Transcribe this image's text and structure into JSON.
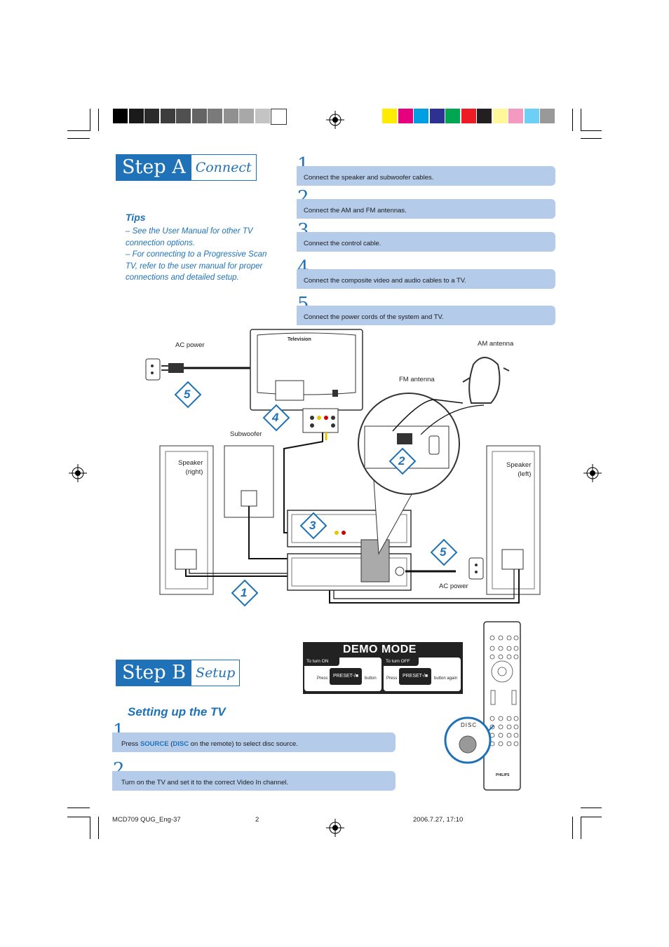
{
  "step_a": {
    "step_label": "Step A",
    "sub_label": "Connect",
    "steps": [
      {
        "num": "1",
        "text": "Connect the speaker and subwoofer cables."
      },
      {
        "num": "2",
        "text": "Connect the AM and FM antennas."
      },
      {
        "num": "3",
        "text": "Connect the control cable."
      },
      {
        "num": "4",
        "text": "Connect the composite video and audio cables to a TV."
      },
      {
        "num": "5",
        "text": "Connect the power cords of the system and TV."
      }
    ]
  },
  "tips": {
    "title": "Tips",
    "lines": [
      "–  See the User Manual for other TV",
      "connection options.",
      "–  For connecting to a Progressive Scan",
      "TV, refer to the user manual for proper",
      "connections and detailed setup."
    ]
  },
  "diagram": {
    "ac_power_top": "AC power",
    "television": "Television",
    "am_antenna": "AM antenna",
    "fm_antenna": "FM antenna",
    "subwoofer": "Subwoofer",
    "speaker_right": "Speaker\n(right)",
    "speaker_left": "Speaker\n(left)",
    "ac_power_bottom": "AC power",
    "markers": [
      "5",
      "4",
      "2",
      "3",
      "5",
      "1"
    ]
  },
  "demo_mode": {
    "title": "DEMO MODE",
    "on_head": "To turn ON",
    "off_head": "To turn OFF",
    "press": "Press",
    "button_label": "PRESET-/■",
    "on_after": "button",
    "off_after": "button again"
  },
  "step_b": {
    "step_label": "Step B",
    "sub_label": "Setup",
    "heading": "Setting up the TV",
    "steps": [
      {
        "num": "1",
        "pre": "Press ",
        "source": "SOURCE",
        "mid": " (",
        "disc": "DISC",
        "post": " on the remote) to select disc source."
      },
      {
        "num": "2",
        "text": "Turn on the TV and set it to the correct Video In channel."
      }
    ]
  },
  "remote": {
    "disc_label": "DISC",
    "brand": "PHILIPS"
  },
  "footer": {
    "file": "MCD709 QUG_Eng-37",
    "page": "2",
    "date": "2006.7.27, 17:10"
  },
  "colors": {
    "accent": "#1f72b8",
    "bar": "#b5cbea",
    "grey_swatches": [
      "#000000",
      "#1a1a1a",
      "#2b2b2b",
      "#3d3d3d",
      "#505050",
      "#646464",
      "#7a7a7a",
      "#909090",
      "#a8a8a8",
      "#c4c4c4",
      "#ffffff"
    ],
    "color_swatches": [
      "#ffec00",
      "#e6007e",
      "#009fe3",
      "#2e3192",
      "#00a651",
      "#ed1c24",
      "#231f20",
      "#fff799",
      "#f49ac1",
      "#6dcff6",
      "#999999"
    ]
  }
}
